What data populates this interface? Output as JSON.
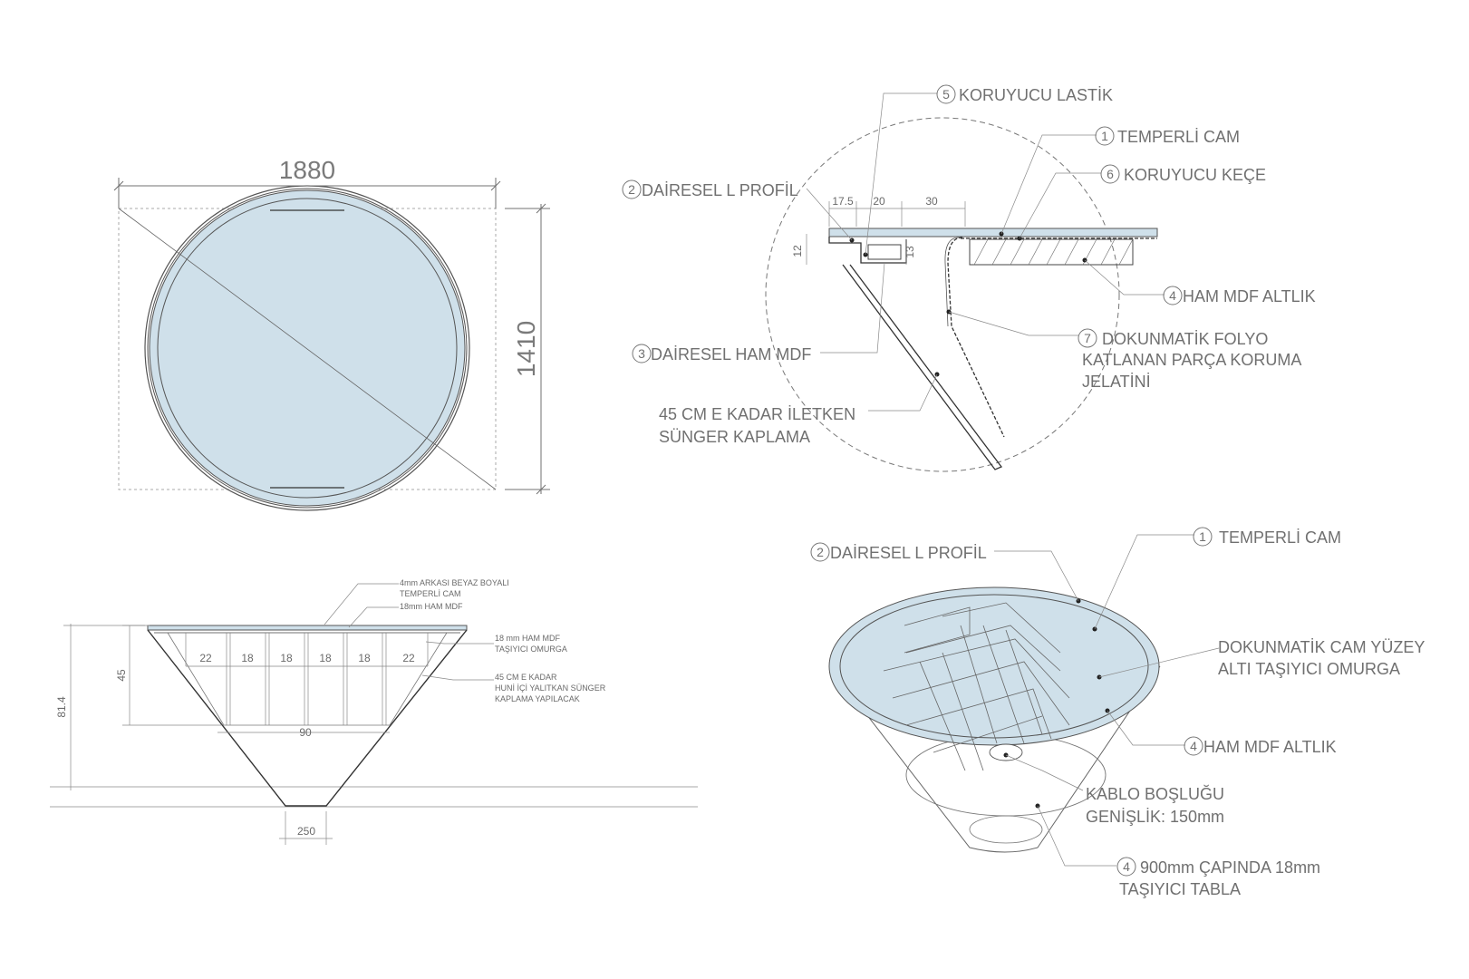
{
  "plan_view": {
    "width_dim": "1880",
    "depth_dim": "1410"
  },
  "detail_section": {
    "callouts": {
      "rubber": {
        "num": "5",
        "label": "KORUYUCU LASTİK"
      },
      "glass": {
        "num": "1",
        "label": "TEMPERLİ CAM"
      },
      "l_profile": {
        "num": "2",
        "label": "DAİRESEL L PROFİL"
      },
      "felt": {
        "num": "6",
        "label": "KORUYUCU KEÇE"
      },
      "mdf_base": {
        "num": "4",
        "label": "HAM MDF ALTLIK"
      },
      "touch_foil": {
        "num": "7",
        "label_1": "DOKUNMATİK FOLYO",
        "label_2": "KATLANAN PARÇA KORUMA",
        "label_3": "JELATİNİ"
      },
      "mdf_round": {
        "num": "3",
        "label": "DAİRESEL HAM MDF"
      },
      "sponge": {
        "label_1": "45 CM E KADAR İLETKEN",
        "label_2": "SÜNGER KAPLAMA"
      }
    },
    "dims": [
      "17.5",
      "20",
      "30",
      "12",
      "13"
    ]
  },
  "elevation": {
    "notes": {
      "glass_1": "4mm ARKASI BEYAZ BOYALI",
      "glass_2": "TEMPERLİ CAM",
      "mdf": "18mm HAM MDF",
      "frame_1": "18  mm HAM MDF",
      "frame_2": "TAŞIYICI OMURGA",
      "sponge_1": "45 CM E KADAR",
      "sponge_2": "HUNİ İÇİ YALITKAN SÜNGER",
      "sponge_3": "KAPLAMA YAPILACAK"
    },
    "dims": {
      "spacings": [
        "22",
        "18",
        "18",
        "18",
        "18",
        "22"
      ],
      "inner_height": "45",
      "total_height": "81.4",
      "inner_width": "90",
      "base_width": "250"
    }
  },
  "perspective": {
    "callouts": {
      "l_profile": {
        "num": "2",
        "label": "DAİRESEL L PROFİL"
      },
      "glass": {
        "num": "1",
        "label": "TEMPERLİ CAM"
      },
      "frame_1": "DOKUNMATİK CAM YÜZEY",
      "frame_2": "ALTI TAŞIYICI OMURGA",
      "mdf_base": {
        "num": "4",
        "label": "HAM MDF ALTLIK"
      },
      "cable_1": "KABLO BOŞLUĞU",
      "cable_2": "GENİŞLİK: 150mm",
      "plate": {
        "num": "4",
        "label_1": "900mm ÇAPINDA 18mm",
        "label_2": "TAŞIYICI TABLA"
      }
    }
  },
  "colors": {
    "glass_fill": "#cfe0ea",
    "line": "#707070"
  }
}
